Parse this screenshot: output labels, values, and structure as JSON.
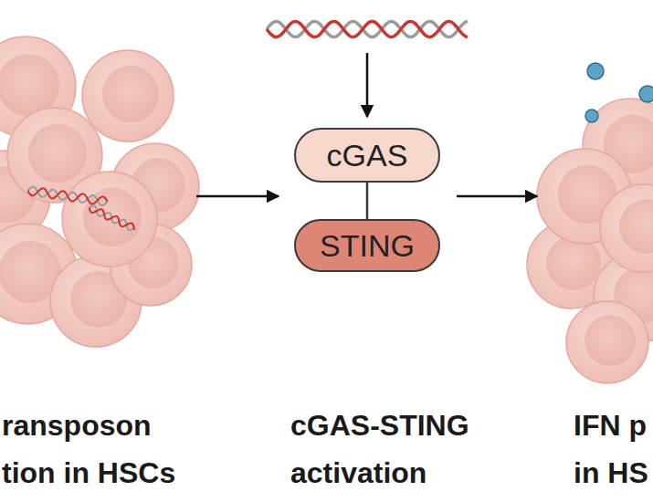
{
  "diagram": {
    "nodes": [
      {
        "text": [
          "cGAS"
        ]
      },
      {
        "text": [
          "STING"
        ]
      }
    ],
    "edges": [
      {
        "from": 0,
        "to": 1,
        "arrow": "none"
      }
    ],
    "labels": [
      "ransposon tion in HSCs",
      "cGAS-STING activation",
      "IFN p in HS"
    ]
  }
}
